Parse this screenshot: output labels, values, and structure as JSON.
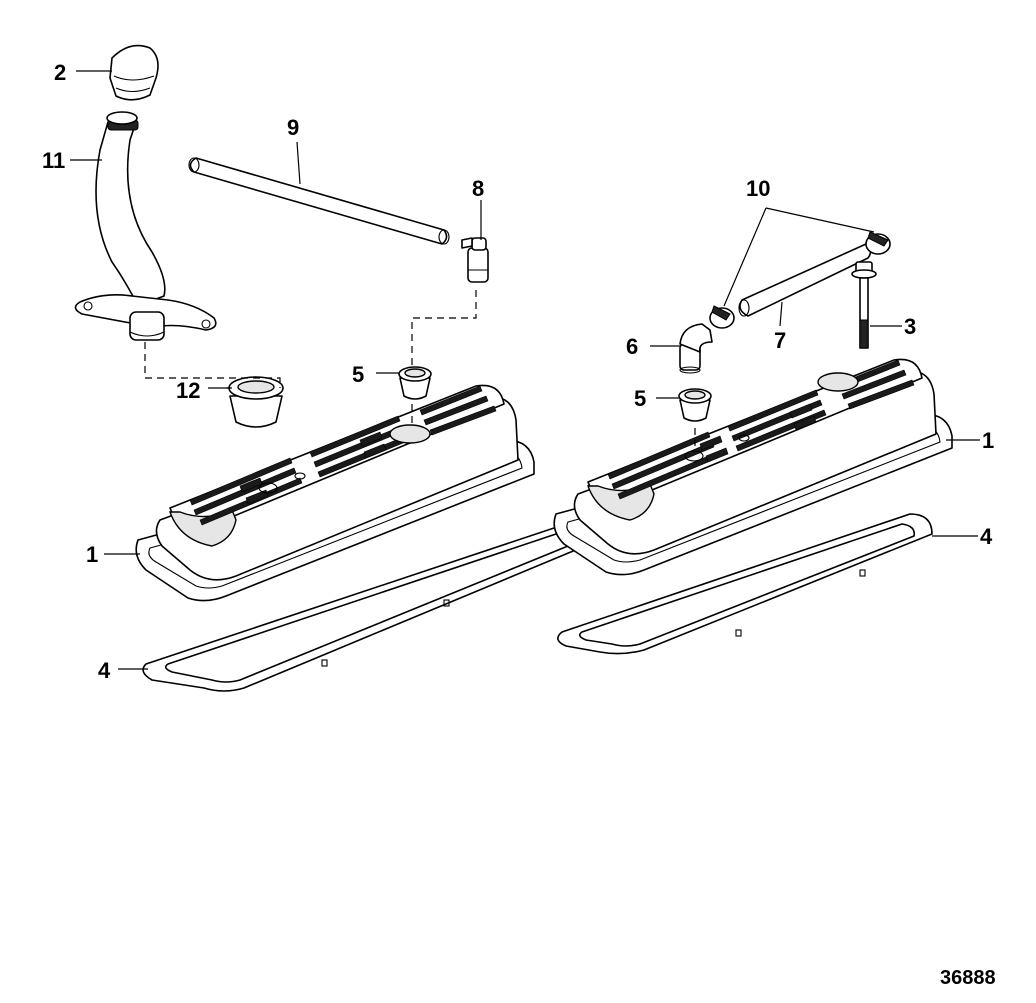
{
  "figure_number": "36888",
  "callouts": {
    "c2": "2",
    "c11": "11",
    "c9": "9",
    "c8": "8",
    "c10": "10",
    "c3": "3",
    "c7": "7",
    "c6": "6",
    "c5a": "5",
    "c5b": "5",
    "c12": "12",
    "c1a": "1",
    "c1b": "1",
    "c4a": "4",
    "c4b": "4"
  }
}
